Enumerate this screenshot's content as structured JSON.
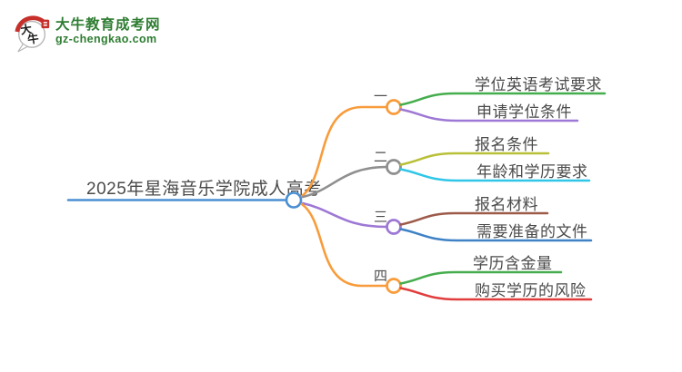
{
  "logo": {
    "icon_text_top": "大",
    "icon_text_bottom": "牛",
    "brand": "大牛教育成考网",
    "domain": "gz-chengkao.com",
    "brand_color": "#2e7d32",
    "seal_color": "#c62f2a",
    "bubble_border_color": "#b5b5b5"
  },
  "root": {
    "label": "2025年星海音乐学院成人高考",
    "color": "#4a8fd2"
  },
  "branches": [
    {
      "label": "一",
      "color": "#f89c3b",
      "children": [
        {
          "label": "学位英语考试要求",
          "color": "#45ad4d"
        },
        {
          "label": "申请学位条件",
          "color": "#9e78d5"
        }
      ]
    },
    {
      "label": "二",
      "color": "#8f8f8f",
      "children": [
        {
          "label": "报名条件",
          "color": "#b9c037"
        },
        {
          "label": "年龄和学历要求",
          "color": "#2fc6e8"
        }
      ]
    },
    {
      "label": "三",
      "color": "#9e78d5",
      "children": [
        {
          "label": "报名材料",
          "color": "#9d5a49"
        },
        {
          "label": "需要准备的文件",
          "color": "#3e82c5"
        }
      ]
    },
    {
      "label": "四",
      "color": "#f89c3b",
      "children": [
        {
          "label": "学历含金量",
          "color": "#45ad4d"
        },
        {
          "label": "购买学历的风险",
          "color": "#e23d3d"
        }
      ]
    }
  ]
}
